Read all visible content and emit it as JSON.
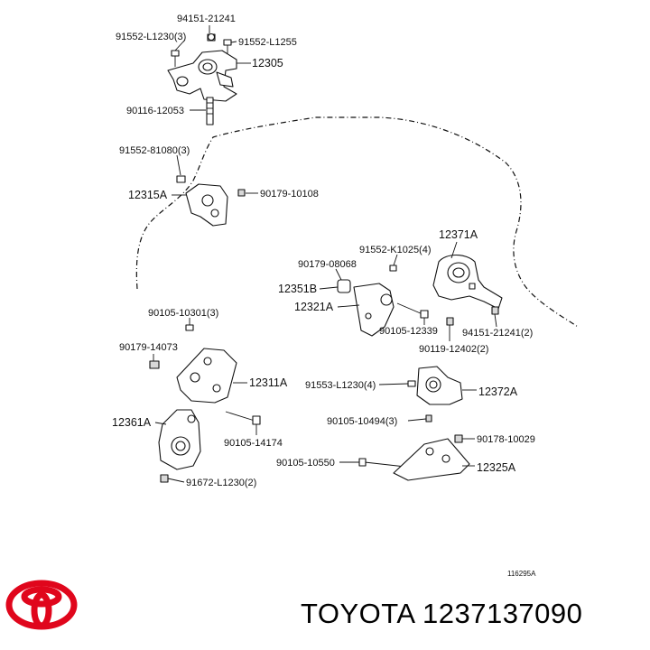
{
  "diagram": {
    "labels": {
      "p94151_21241_top": "94151-21241",
      "p91552_L1230": "91552-L1230(3)",
      "p91552_L1255": "91552-L1255",
      "p12305": "12305",
      "p90116_12053": "90116-12053",
      "p91552_81080": "91552-81080(3)",
      "p12315A": "12315A",
      "p90179_10108": "90179-10108",
      "p12371A": "12371A",
      "p91552_K1025": "91552-K1025(4)",
      "p90179_08068": "90179-08068",
      "p12351B": "12351B",
      "p12321A": "12321A",
      "p90105_12339": "90105-12339",
      "p94151_21241_r": "94151-21241(2)",
      "p90119_12402": "90119-12402(2)",
      "p90105_10301": "90105-10301(3)",
      "p90179_14073": "90179-14073",
      "p12311A": "12311A",
      "p91553_L1230": "91553-L1230(4)",
      "p12372A": "12372A",
      "p12361A": "12361A",
      "p90105_14174": "90105-14174",
      "p90105_10494": "90105-10494(3)",
      "p90178_10029": "90178-10029",
      "p90105_10550": "90105-10550",
      "p12325A": "12325A",
      "p91672_L1230": "91672-L1230(2)"
    },
    "figure_code": "116295A"
  },
  "brand": {
    "text": "TOYOTA 1237137090",
    "logo_color": "#e0061c"
  }
}
